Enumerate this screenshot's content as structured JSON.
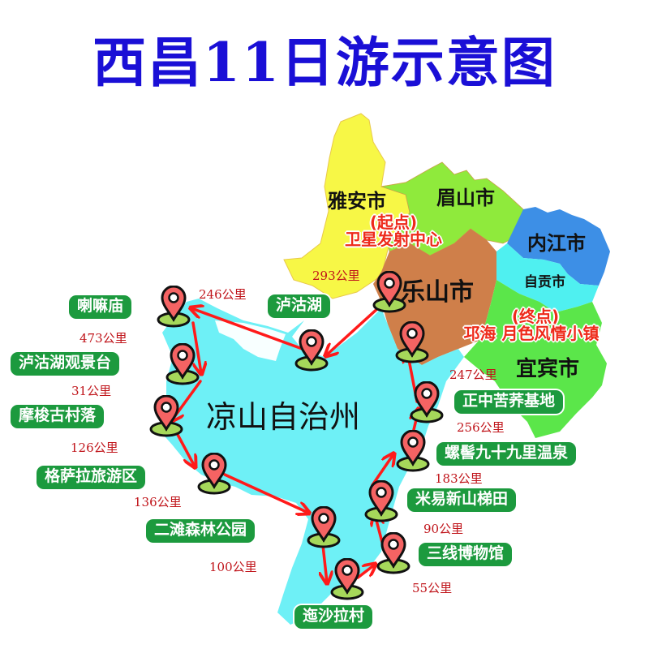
{
  "title": "西昌11日游示意图",
  "colors": {
    "title": "#1a0fd6",
    "liangshan": "#6ef0f6",
    "yaan": "#f7f746",
    "meishan": "#8fea3c",
    "leshan": "#cf7f4a",
    "neijiang": "#3d8fe6",
    "zigong": "#4ff0f0",
    "yibin": "#5be64a",
    "badge": "#1c9a3e",
    "route": "#ff1a1a",
    "distance_text": "#c0141a",
    "pin_fill": "#f56363",
    "pin_base": "#a6d85a"
  },
  "regions": {
    "yaan": "雅安市",
    "meishan": "眉山市",
    "neijiang": "内江市",
    "leshan": "乐山市",
    "zigong": "自贡市",
    "yibin": "宜宾市",
    "liangshan": "凉山自治州"
  },
  "start": {
    "tag": "(起点)",
    "name": "卫星发射中心"
  },
  "end": {
    "tag": "(终点)",
    "name": "邛海 月色风情小镇"
  },
  "stops": [
    {
      "name": "泸沽湖"
    },
    {
      "name": "喇嘛庙"
    },
    {
      "name": "泸沽湖观景台"
    },
    {
      "name": "摩梭古村落"
    },
    {
      "name": "格萨拉旅游区"
    },
    {
      "name": "二滩森林公园"
    },
    {
      "name": "迤沙拉村"
    },
    {
      "name": "三线博物馆"
    },
    {
      "name": "米易新山梯田"
    },
    {
      "name": "螺髻九十九里温泉"
    },
    {
      "name": "正中苦荞基地"
    }
  ],
  "distances": [
    {
      "leg": "卫星发射中心 → 泸沽湖",
      "label": "293公里"
    },
    {
      "leg": "泸沽湖 → 喇嘛庙",
      "label": "246公里"
    },
    {
      "leg": "喇嘛庙 → 泸沽湖观景台",
      "label": "473公里"
    },
    {
      "leg": "泸沽湖观景台 → 摩梭古村落",
      "label": "31公里"
    },
    {
      "leg": "摩梭古村落 → 格萨拉旅游区",
      "label": "126公里"
    },
    {
      "leg": "格萨拉旅游区 → 二滩森林公园",
      "label": "136公里"
    },
    {
      "leg": "二滩森林公园 → 迤沙拉村",
      "label": "100公里"
    },
    {
      "leg": "迤沙拉村 → 三线博物馆",
      "label": "55公里"
    },
    {
      "leg": "三线博物馆 → 米易新山梯田",
      "label": "90公里"
    },
    {
      "leg": "米易新山梯田 → 螺髻九十九里温泉",
      "label": "183公里"
    },
    {
      "leg": "螺髻九十九里温泉 → 正中苦荞基地",
      "label": "256公里"
    },
    {
      "leg": "正中苦荞基地 → 邛海 月色风情小镇",
      "label": "247公里"
    }
  ],
  "icons": {
    "pin": "map-pin-icon",
    "arrow": "route-arrow"
  }
}
